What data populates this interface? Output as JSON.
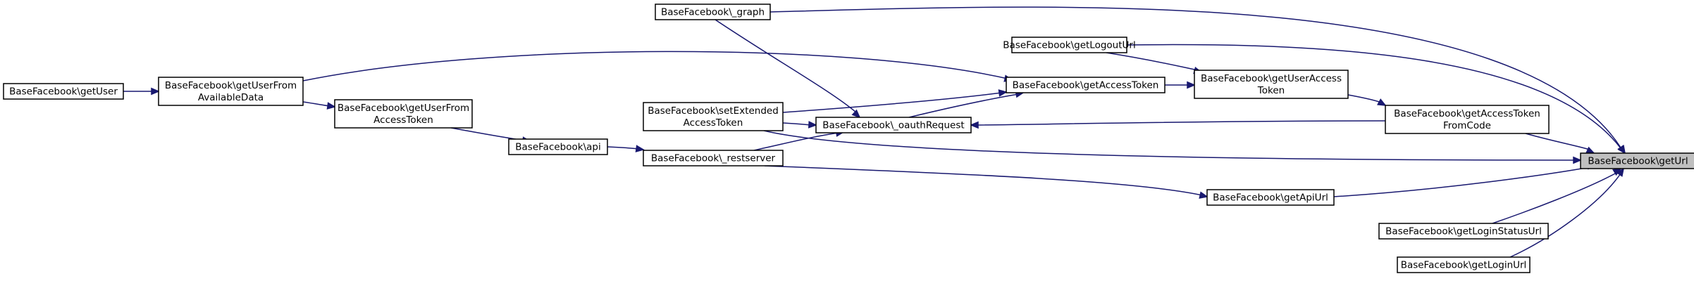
{
  "graph": {
    "edge_color": "#191970",
    "current_fill": "#bfbfbf",
    "nodes": [
      {
        "id": "getUrl",
        "lines": [
          "BaseFacebook\\getUrl"
        ],
        "current": true
      },
      {
        "id": "_graph",
        "lines": [
          "BaseFacebook\\_graph"
        ]
      },
      {
        "id": "getLogoutUrl",
        "lines": [
          "BaseFacebook\\getLogoutUrl"
        ]
      },
      {
        "id": "getUser",
        "lines": [
          "BaseFacebook\\getUser"
        ]
      },
      {
        "id": "getUserFromAvailableData",
        "lines": [
          "BaseFacebook\\getUserFrom",
          "AvailableData"
        ]
      },
      {
        "id": "getAccessToken",
        "lines": [
          "BaseFacebook\\getAccessToken"
        ]
      },
      {
        "id": "getUserAccessToken",
        "lines": [
          "BaseFacebook\\getUserAccess",
          "Token"
        ]
      },
      {
        "id": "getUserFromAccessToken",
        "lines": [
          "BaseFacebook\\getUserFrom",
          "AccessToken"
        ]
      },
      {
        "id": "setExtendedAccessToken",
        "lines": [
          "BaseFacebook\\setExtended",
          "AccessToken"
        ]
      },
      {
        "id": "_oauthRequest",
        "lines": [
          "BaseFacebook\\_oauthRequest"
        ]
      },
      {
        "id": "getAccessTokenFromCode",
        "lines": [
          "BaseFacebook\\getAccessToken",
          "FromCode"
        ]
      },
      {
        "id": "api",
        "lines": [
          "BaseFacebook\\api"
        ]
      },
      {
        "id": "_restserver",
        "lines": [
          "BaseFacebook\\_restserver"
        ]
      },
      {
        "id": "getApiUrl",
        "lines": [
          "BaseFacebook\\getApiUrl"
        ]
      },
      {
        "id": "getLoginStatusUrl",
        "lines": [
          "BaseFacebook\\getLoginStatusUrl"
        ]
      },
      {
        "id": "getLoginUrl",
        "lines": [
          "BaseFacebook\\getLoginUrl"
        ]
      }
    ],
    "edges": [
      {
        "from": "_graph",
        "to": "getUrl"
      },
      {
        "from": "getLogoutUrl",
        "to": "getUrl"
      },
      {
        "from": "getAccessTokenFromCode",
        "to": "getUrl"
      },
      {
        "from": "setExtendedAccessToken",
        "to": "getUrl"
      },
      {
        "from": "getApiUrl",
        "to": "getUrl"
      },
      {
        "from": "getLoginStatusUrl",
        "to": "getUrl"
      },
      {
        "from": "getLoginUrl",
        "to": "getUrl"
      },
      {
        "from": "getUserAccessToken",
        "to": "getAccessTokenFromCode"
      },
      {
        "from": "getAccessToken",
        "to": "getUserAccessToken"
      },
      {
        "from": "getLogoutUrl",
        "to": "getUserAccessToken"
      },
      {
        "from": "getUserFromAvailableData",
        "to": "getAccessToken"
      },
      {
        "from": "setExtendedAccessToken",
        "to": "getAccessToken"
      },
      {
        "from": "_oauthRequest",
        "to": "getAccessToken"
      },
      {
        "from": "getUser",
        "to": "getUserFromAvailableData"
      },
      {
        "from": "getUserFromAvailableData",
        "to": "getUserFromAccessToken"
      },
      {
        "from": "getUserFromAccessToken",
        "to": "api"
      },
      {
        "from": "api",
        "to": "_restserver"
      },
      {
        "from": "_restserver",
        "to": "_oauthRequest"
      },
      {
        "from": "_graph",
        "to": "_oauthRequest"
      },
      {
        "from": "setExtendedAccessToken",
        "to": "_oauthRequest"
      },
      {
        "from": "getAccessTokenFromCode",
        "to": "_oauthRequest"
      },
      {
        "from": "_restserver",
        "to": "getApiUrl"
      }
    ]
  }
}
